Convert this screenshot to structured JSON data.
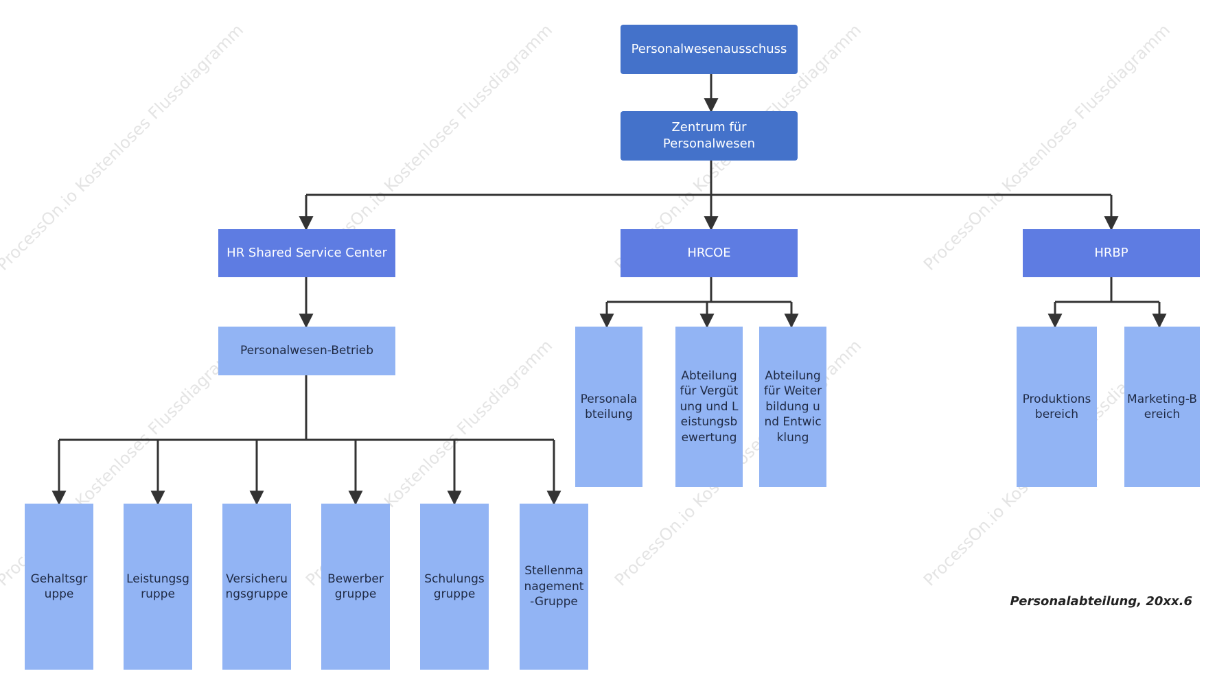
{
  "diagram": {
    "watermark_text": "ProcessOn.io Kostenloses Flussdiagramm",
    "footnote": "Personalabteilung, 20xx.6",
    "colors": {
      "level1": "#4472CA",
      "level2": "#5E7CE2",
      "level3": "#92B4F4",
      "edge": "#333333"
    },
    "nodes": {
      "root": "Personalwesenausschuss",
      "center": "Zentrum für Personalwesen",
      "ssc": "HR Shared Service Center",
      "coe": "HRCOE",
      "bp": "HRBP",
      "ops": "Personalwesen-Betrieb",
      "gehalt": "Gehaltsgruppe",
      "leistung": "Leistungsgruppe",
      "versicherung": "Versicherungsgruppe",
      "bewerb": "Bewerbergruppe",
      "schulung": "Schulungsgruppe",
      "stellen": "Stellenmanagement-Gruppe",
      "personalabteilung": "Personalabteilung",
      "verguetung": "Abteilung für Vergütung und Leistungsbewertung",
      "weiterbildung": "Abteilung für Weiterbildung und Entwicklung",
      "produktion": "Produktionsbereich",
      "marketing": "Marketing-Bereich"
    }
  }
}
